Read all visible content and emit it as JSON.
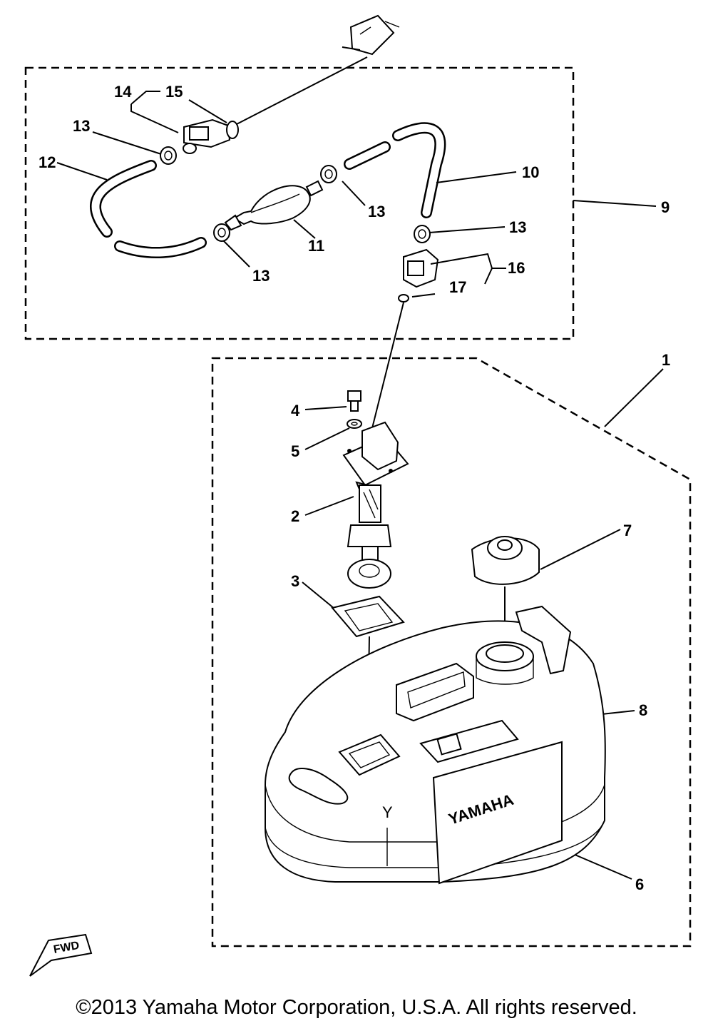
{
  "diagram": {
    "callouts": {
      "c1": "1",
      "c2": "2",
      "c3": "3",
      "c4": "4",
      "c5": "5",
      "c6": "6",
      "c7": "7",
      "c8": "8",
      "c9": "9",
      "c10": "10",
      "c11": "11",
      "c12": "12",
      "c13a": "13",
      "c13b": "13",
      "c13c": "13",
      "c13d": "13",
      "c14": "14",
      "c15": "15",
      "c16": "16",
      "c17": "17"
    },
    "tank_logo": "YAMAHA",
    "fwd_badge": "FWD",
    "tank_mark": "Y"
  },
  "footer": {
    "copyright": "©2013 Yamaha Motor Corporation, U.S.A. All rights reserved."
  }
}
